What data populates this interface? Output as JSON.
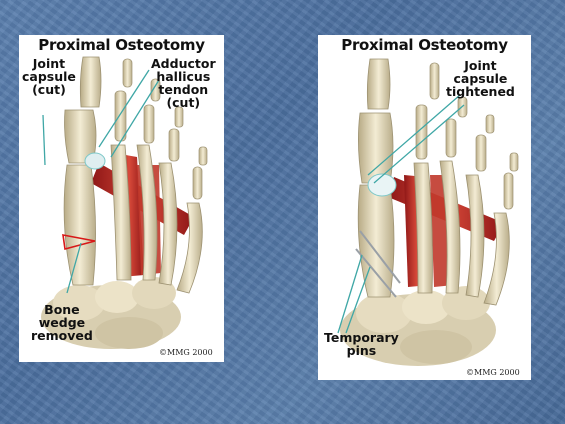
{
  "left_panel": {
    "title": "Proximal Osteotomy",
    "labels": {
      "joint_capsule_cut": "Joint\ncapsule\n(cut)",
      "adductor_hallicus": "Adductor\nhallicus\ntendon\n(cut)",
      "bone_wedge": "Bone\nwedge\nremoved"
    },
    "copyright": "©MMG 2000"
  },
  "right_panel": {
    "title": "Proximal Osteotomy",
    "labels": {
      "joint_capsule_tightened": "Joint\ncapsule\ntightened",
      "temporary_pins": "Temporary\npins"
    },
    "copyright": "©MMG 2000"
  }
}
